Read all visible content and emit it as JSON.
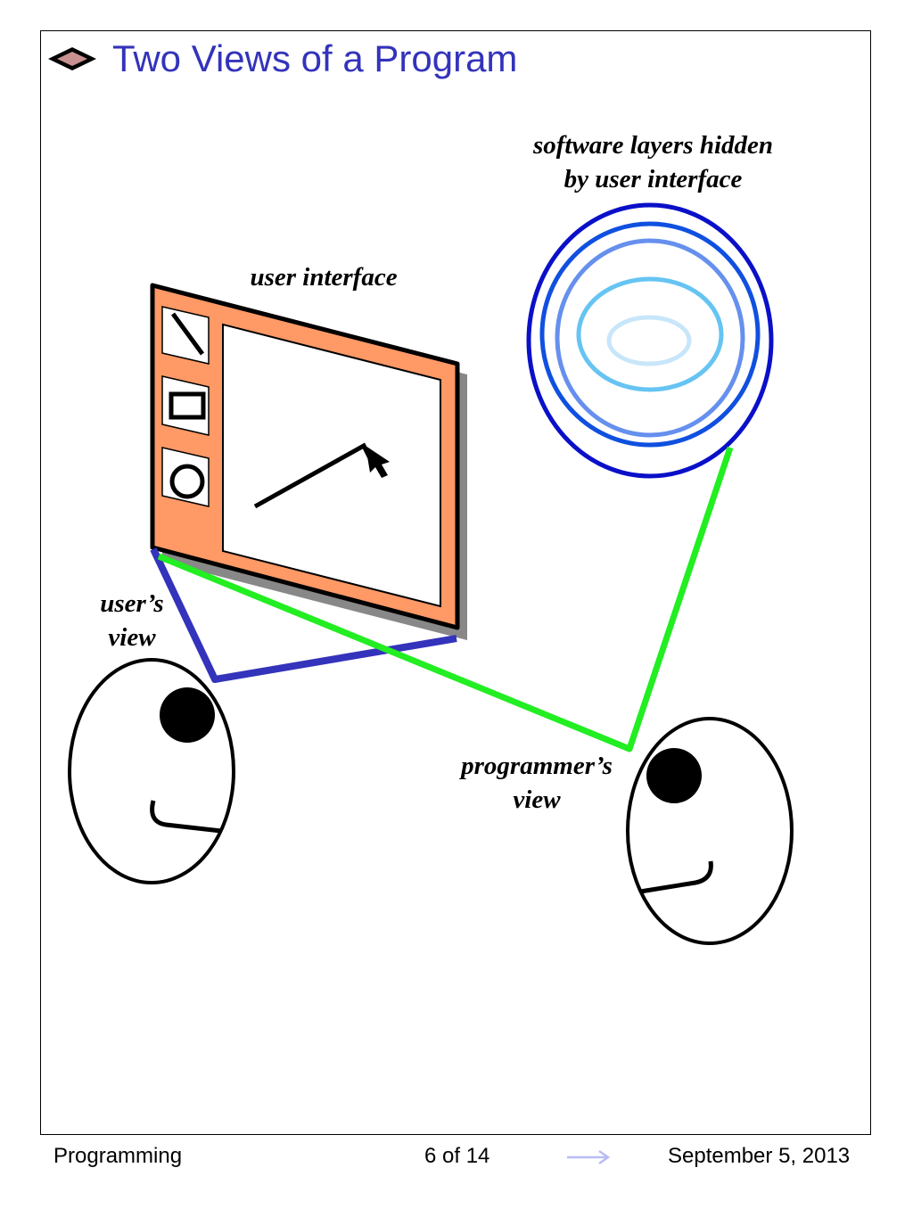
{
  "slide": {
    "title": "Two Views of a Program",
    "accent_color": "#3333bb",
    "bullet_icon": "diamond-bullet-icon"
  },
  "diagram": {
    "labels": {
      "software_layers_line1": "software layers hidden",
      "software_layers_line2": "by user interface",
      "user_interface": "user interface",
      "users_view_line1": "user’s",
      "users_view_line2": "view",
      "programmers_view_line1": "programmer’s",
      "programmers_view_line2": "view"
    },
    "colors": {
      "window_frame": "#ff9966",
      "window_shadow": "#888888",
      "user_view_line": "#3333bb",
      "programmer_view_line": "#22ee22",
      "layer_rings": [
        "#0a10c8",
        "#1050e0",
        "#6690ee",
        "#66c4f2",
        "#c8e6fa"
      ]
    },
    "icons": [
      "line-tool-icon",
      "rectangle-tool-icon",
      "circle-tool-icon",
      "mouse-pointer-icon"
    ]
  },
  "footer": {
    "left": "Programming",
    "page": "6 of 14",
    "next_icon": "next-arrow-icon",
    "date": "September 5, 2013"
  }
}
